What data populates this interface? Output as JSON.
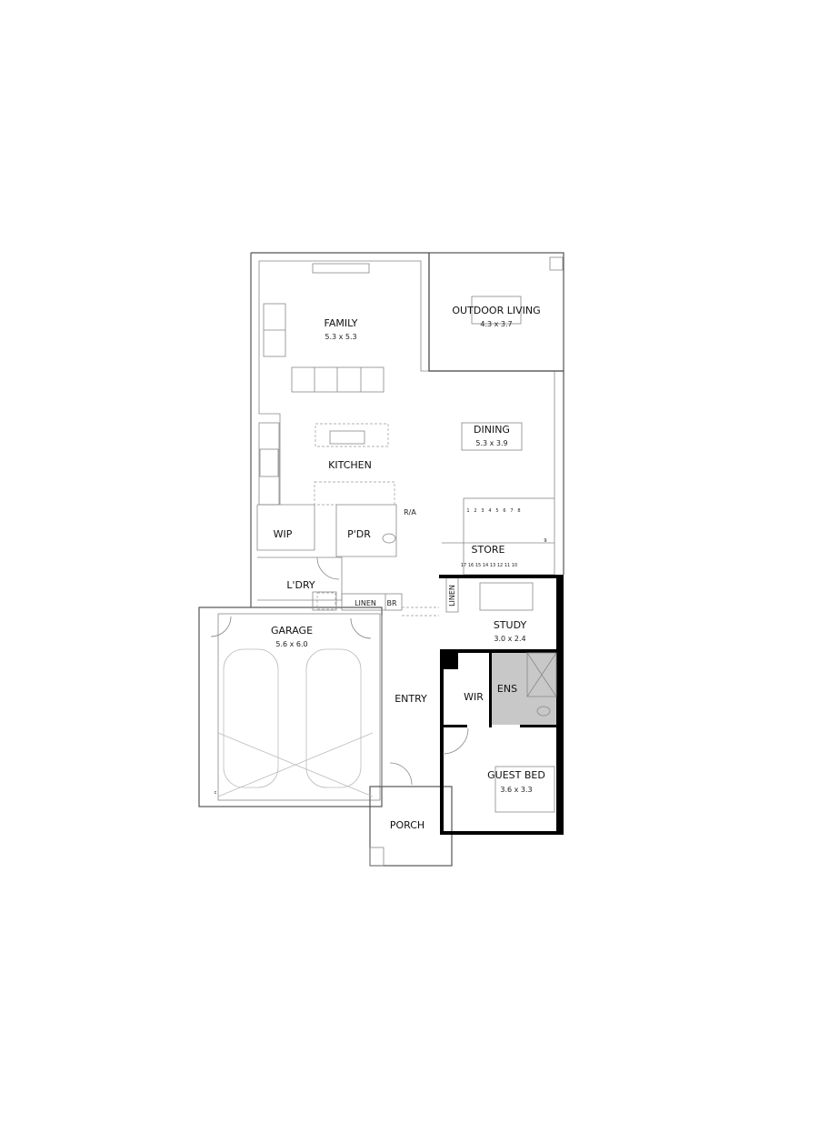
{
  "plan": {
    "rooms": {
      "family": {
        "name": "FAMILY",
        "size": "5.3 x 5.3"
      },
      "outdoor_living": {
        "name": "OUTDOOR LIVING",
        "size": "4.3 x 3.7"
      },
      "dining": {
        "name": "DINING",
        "size": "5.3 x 3.9"
      },
      "kitchen": {
        "name": "KITCHEN"
      },
      "wip": {
        "name": "WIP"
      },
      "pdr": {
        "name": "P'DR"
      },
      "store": {
        "name": "STORE"
      },
      "ldry": {
        "name": "L'DRY"
      },
      "linen1": {
        "name": "LINEN"
      },
      "br": {
        "name": "BR"
      },
      "linen2": {
        "name": "LINEN"
      },
      "garage": {
        "name": "GARAGE",
        "size": "5.6 x 6.0"
      },
      "study": {
        "name": "STUDY",
        "size": "3.0 x 2.4"
      },
      "entry": {
        "name": "ENTRY"
      },
      "wir": {
        "name": "WIR"
      },
      "ens": {
        "name": "ENS"
      },
      "guest_bed": {
        "name": "GUEST BED",
        "size": "3.6 x 3.3"
      },
      "porch": {
        "name": "PORCH"
      }
    },
    "annotations": {
      "ra": "R/A",
      "c": "c"
    },
    "stair_numbers": [
      "1",
      "2",
      "3",
      "4",
      "5",
      "6",
      "7",
      "8",
      "9",
      "10",
      "11",
      "12",
      "13",
      "14",
      "15",
      "16",
      "17"
    ],
    "colors": {
      "wall": "#555555",
      "thick_wall": "#000000",
      "ensuite_fill": "#c8c8c8"
    }
  }
}
